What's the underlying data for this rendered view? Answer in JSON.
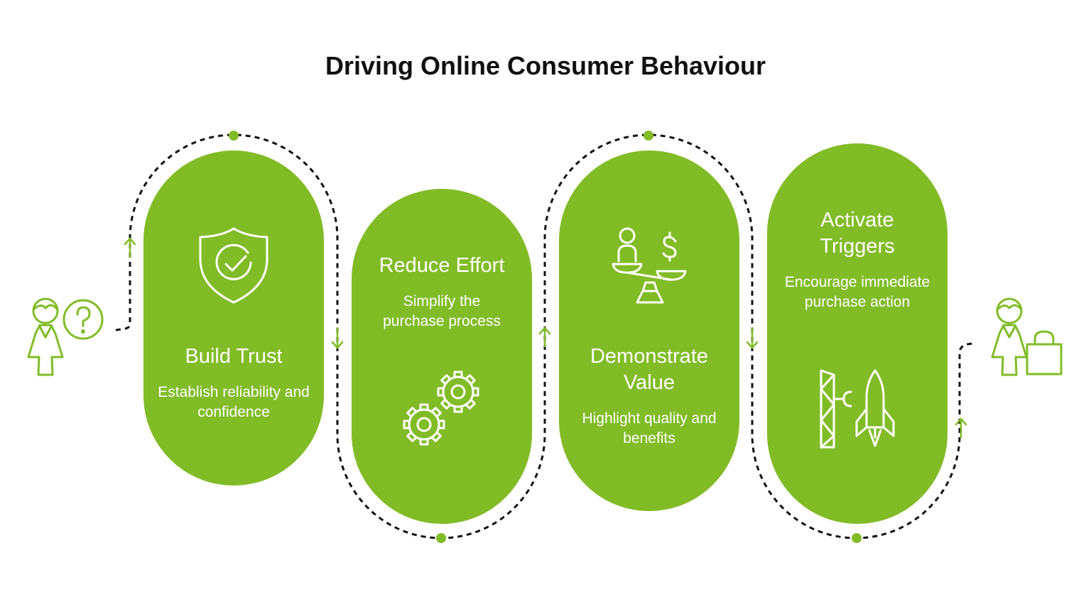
{
  "title": "Driving Online Consumer Behaviour",
  "colors": {
    "accent": "#81bc27",
    "text_on_accent": "#ffffff",
    "path": "#111111",
    "title": "#111111"
  },
  "start_figure": {
    "icon": "person-question-icon"
  },
  "end_figure": {
    "icon": "person-shopping-bag-icon"
  },
  "steps": [
    {
      "heading": "Build Trust",
      "description": "Establish reliability and confidence",
      "icon": "shield-check-icon"
    },
    {
      "heading": "Reduce Effort",
      "description": "Simplify the purchase process",
      "icon": "gears-icon"
    },
    {
      "heading": "Demonstrate Value",
      "description": "Highlight quality and benefits",
      "icon": "balance-scale-icon"
    },
    {
      "heading": "Activate Triggers",
      "description": "Encourage immediate purchase action",
      "icon": "rocket-launch-icon"
    }
  ]
}
